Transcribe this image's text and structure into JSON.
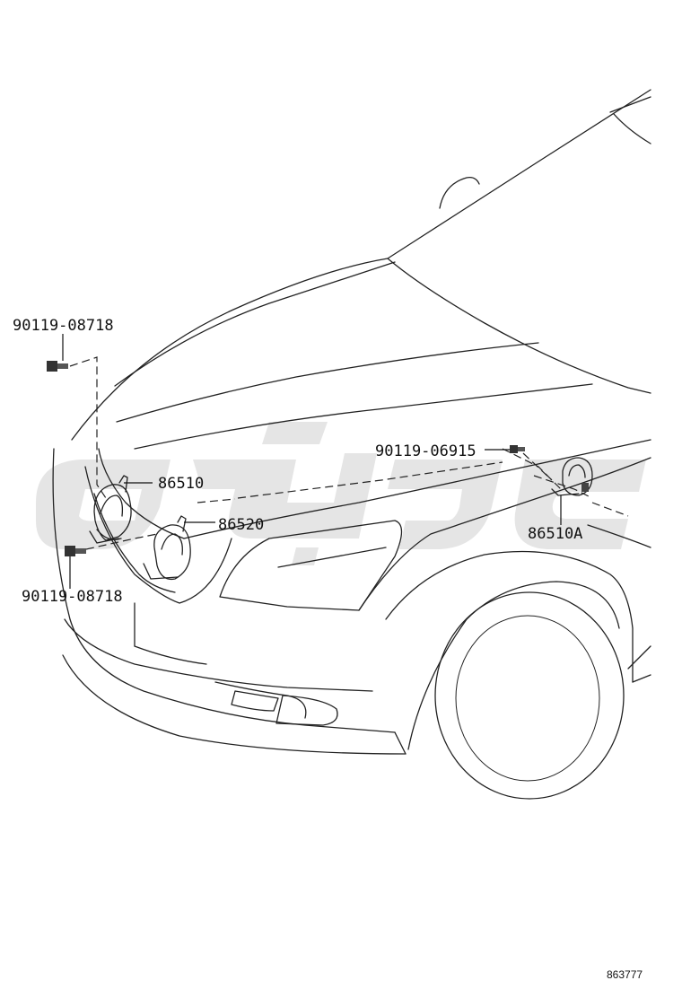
{
  "parts": {
    "bolt_top_left": "90119-08718",
    "horn_upper": "86510",
    "horn_lower": "86520",
    "bolt_bottom_left": "90119-08718",
    "bolt_right": "90119-06915",
    "horn_right": "86510A"
  },
  "diagram_number": "863777"
}
